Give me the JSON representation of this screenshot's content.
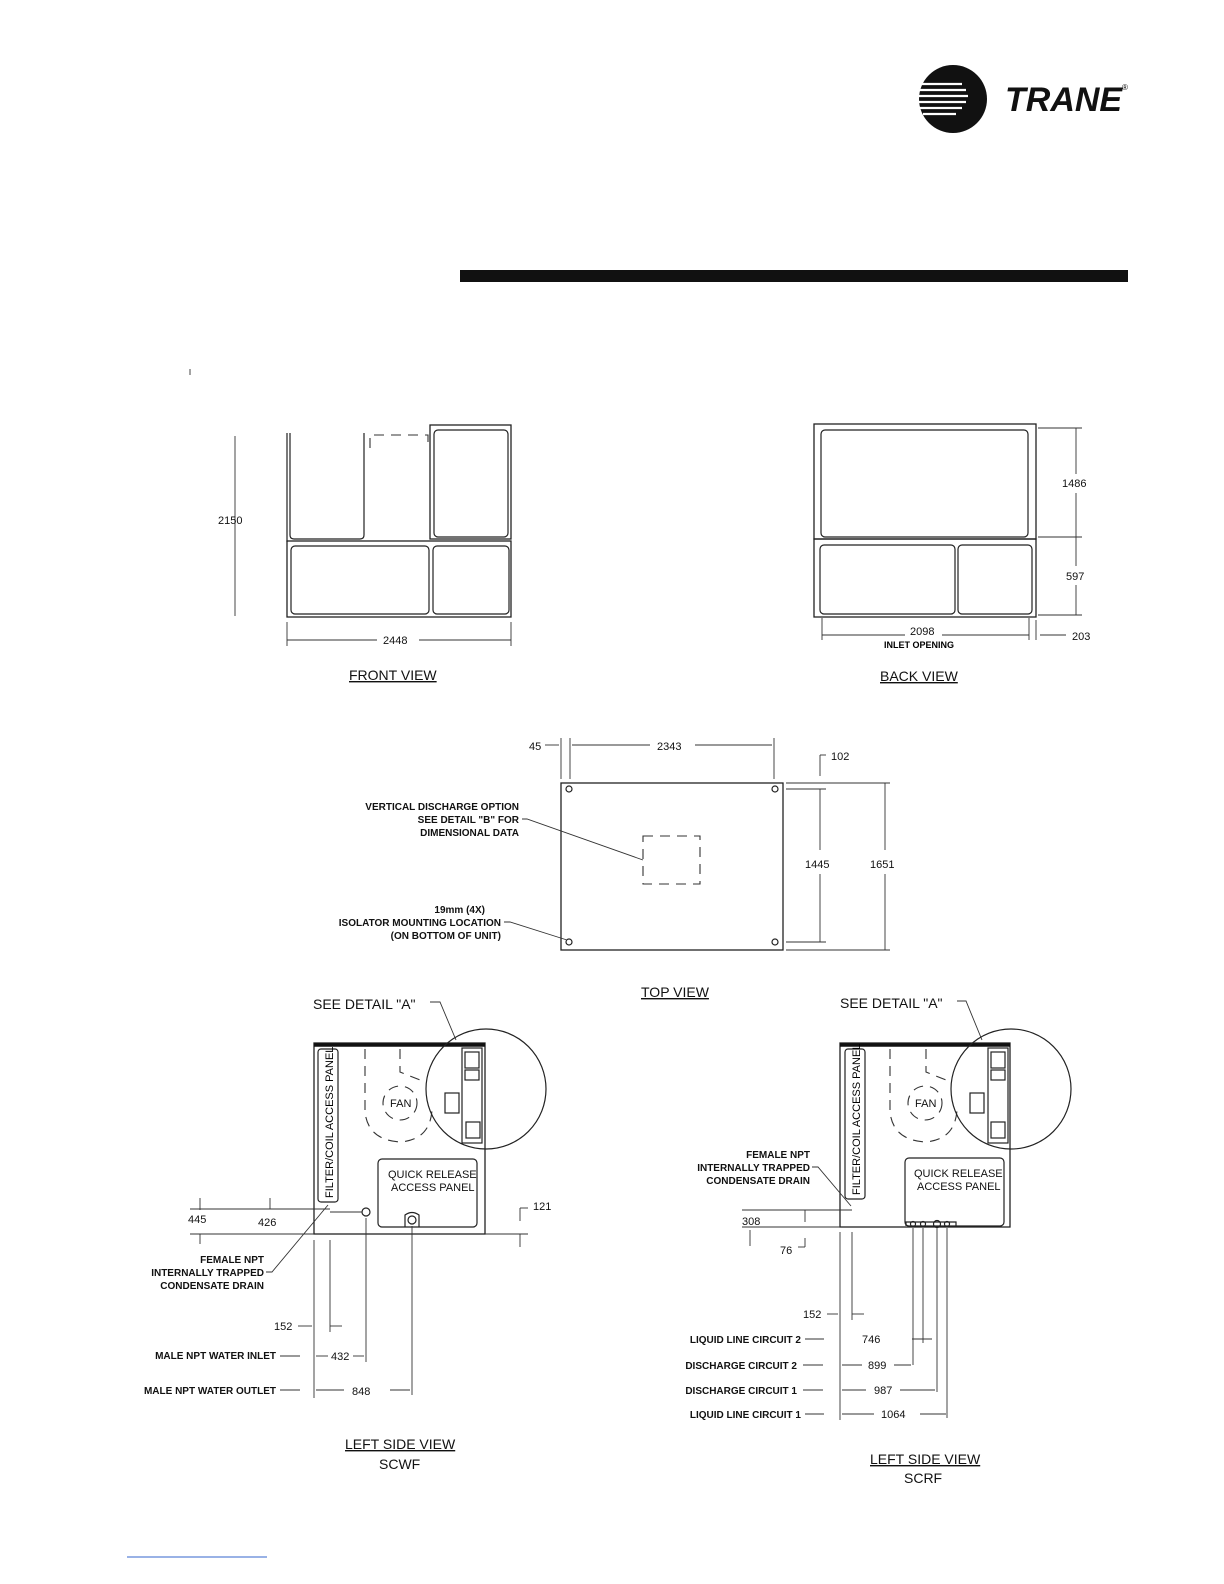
{
  "brand": {
    "name": "TRANE",
    "registered": "®"
  },
  "views": {
    "front": {
      "title": "FRONT VIEW",
      "height": "2150",
      "width": "2448"
    },
    "back": {
      "title": "BACK VIEW",
      "upper": "1486",
      "lower": "597",
      "inlet": "2098",
      "inlet_label": "INLET OPENING",
      "offset": "203"
    },
    "top": {
      "title": "TOP VIEW",
      "edge": "45",
      "length": "2343",
      "corner": "102",
      "inner_depth": "1445",
      "depth": "1651",
      "note_vertical": [
        "VERTICAL DISCHARGE OPTION",
        "SEE DETAIL \"B\" FOR",
        "DIMENSIONAL DATA"
      ],
      "note_isolator": [
        "19mm (4X)",
        "ISOLATOR MOUNTING LOCATION",
        "(ON BOTTOM OF UNIT)"
      ]
    },
    "left_scwf": {
      "title": "LEFT SIDE VIEW",
      "subtitle": "SCWF",
      "detail": "SEE DETAIL \"A\"",
      "panel": "FILTER/COIL ACCESS PANEL",
      "fan": "FAN",
      "qr_panel": [
        "QUICK RELEASE",
        "ACCESS PANEL"
      ],
      "drain_note": [
        "FEMALE NPT",
        "INTERNALLY TRAPPED",
        "CONDENSATE DRAIN"
      ],
      "d445": "445",
      "d426": "426",
      "d121": "121",
      "d152": "152",
      "d432": "432",
      "d848": "848",
      "inlet_label": "MALE NPT WATER INLET",
      "outlet_label": "MALE NPT WATER OUTLET"
    },
    "left_scrf": {
      "title": "LEFT SIDE VIEW",
      "subtitle": "SCRF",
      "detail": "SEE DETAIL \"A\"",
      "panel": "FILTER/COIL ACCESS PANEL",
      "fan": "FAN",
      "qr_panel": [
        "QUICK RELEASE",
        "ACCESS PANEL"
      ],
      "drain_note": [
        "FEMALE NPT",
        "INTERNALLY TRAPPED",
        "CONDENSATE DRAIN"
      ],
      "d308": "308",
      "d76": "76",
      "d152": "152",
      "d746": "746",
      "d899": "899",
      "d987": "987",
      "d1064": "1064",
      "l1": "LIQUID LINE CIRCUIT 2",
      "l2": "DISCHARGE CIRCUIT 2",
      "l3": "DISCHARGE CIRCUIT 1",
      "l4": "LIQUID LINE CIRCUIT 1"
    }
  }
}
